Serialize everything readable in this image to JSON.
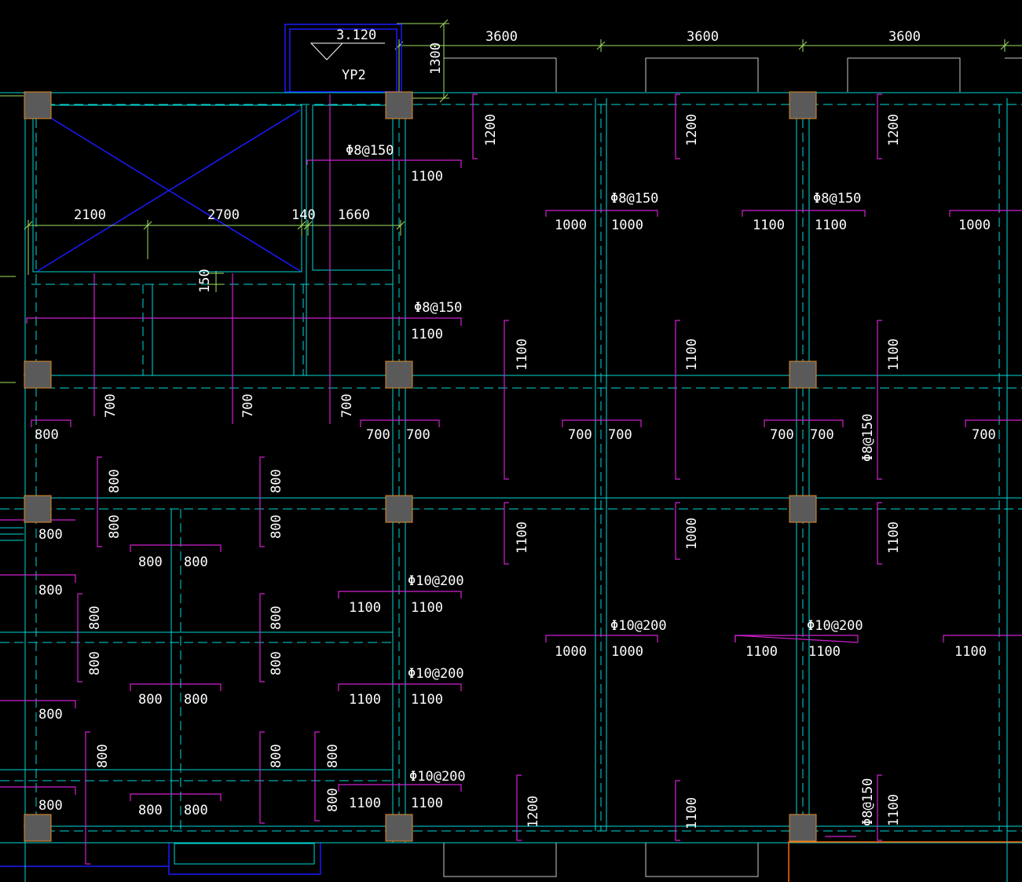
{
  "colors": {
    "background": "#000000",
    "column_fill": "#5a5a5a",
    "column_stroke": "#e08a2a",
    "beam": "#00d8d8",
    "rebar": "#d020d0",
    "dimension": "#a0e060",
    "frame": "#1a1aff",
    "outline": "#c8c8c8",
    "edge": "#ff6a00"
  },
  "elevation": {
    "value": "3.120",
    "tag": "YP2"
  },
  "spans": {
    "top": [
      "3600",
      "3600",
      "3600"
    ],
    "overhang": "1300",
    "opening": [
      "2100",
      "2700",
      "140",
      "1660"
    ],
    "gap": "150"
  },
  "specs": {
    "p8": "Φ8@150",
    "p10": "Φ10@200"
  },
  "numbers": {
    "n1200": "1200",
    "n1100": "1100",
    "n1000": "1000",
    "n800": "800",
    "n700": "700"
  }
}
